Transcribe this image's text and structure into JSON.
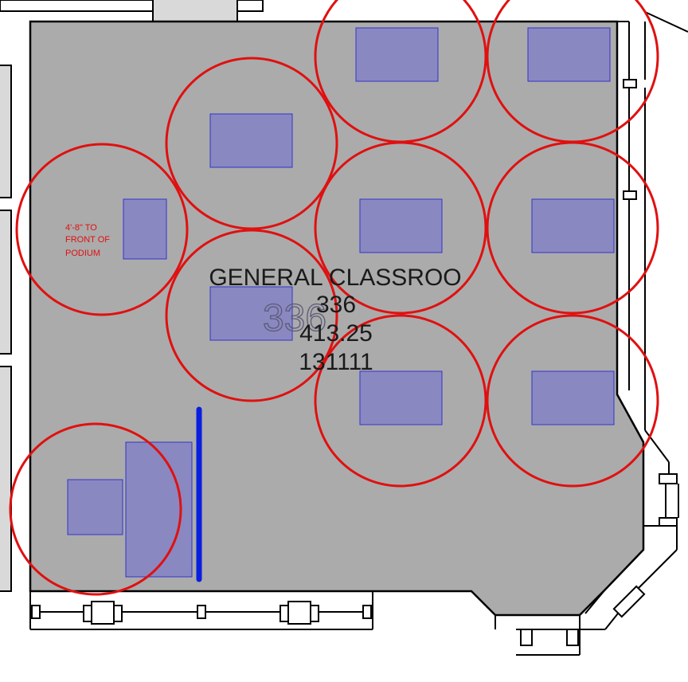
{
  "room": {
    "name": "GENERAL CLASSROO",
    "number_large": "336",
    "number": "336",
    "area": "413.25",
    "code": "131111"
  },
  "annotation": {
    "line1": "4'-8\" TO",
    "line2": "FRONT OF",
    "line3": "PODIUM"
  },
  "colors": {
    "floor": "#ababab",
    "wall": "#000000",
    "desk_fill": "#8a88c0",
    "desk_stroke": "#3333cc",
    "clearance_circle": "#e01010",
    "board": "#0a1ee0"
  }
}
